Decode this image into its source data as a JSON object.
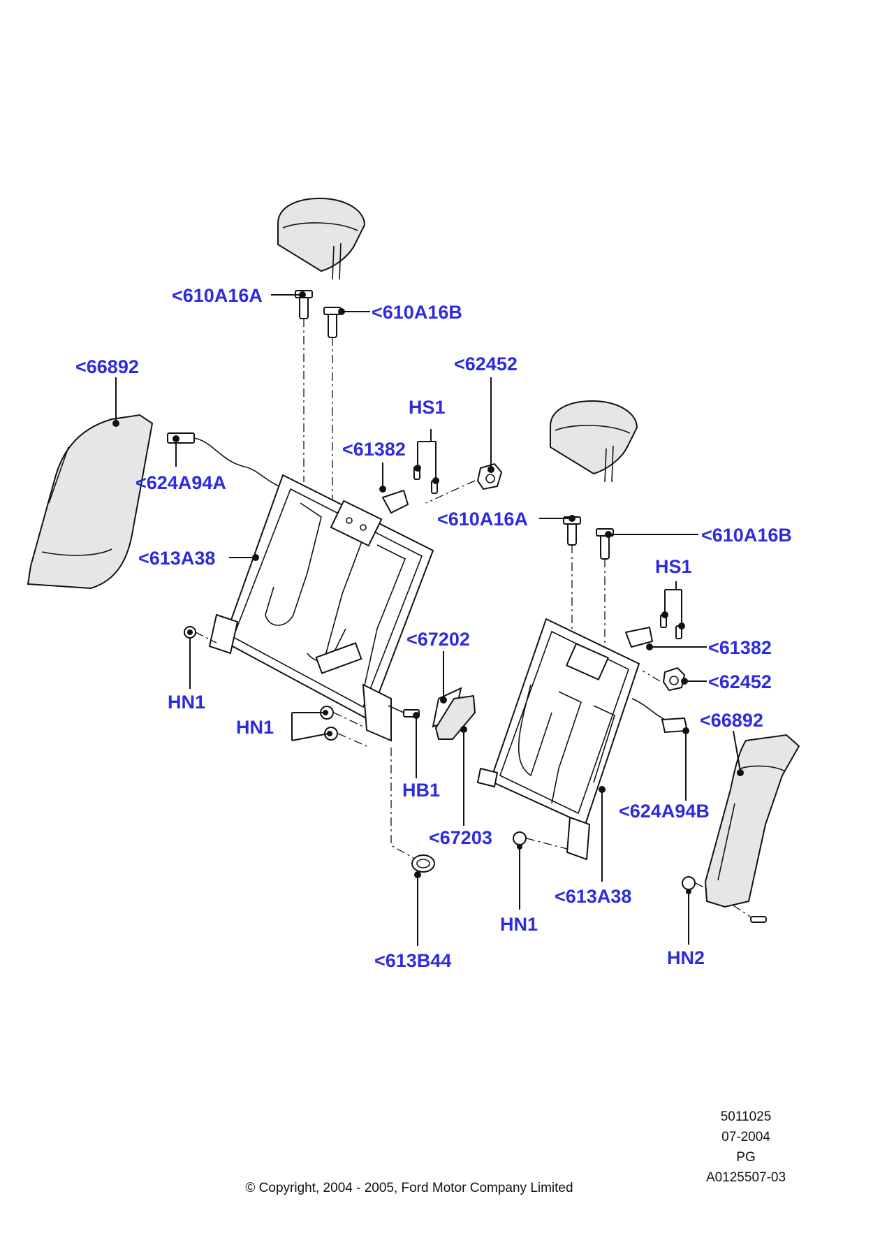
{
  "labels": {
    "l_610A16A_left": "<610A16A",
    "l_610A16B_left": "<610A16B",
    "l_66892_left": "<66892",
    "l_62452_left": "<62452",
    "l_HS1_left": "HS1",
    "l_61382_left": "<61382",
    "l_624A94A": "<624A94A",
    "l_613A38_left": "<613A38",
    "l_610A16A_right": "<610A16A",
    "l_610A16B_right": "<610A16B",
    "l_HS1_right": "HS1",
    "l_61382_right": "<61382",
    "l_62452_right": "<62452",
    "l_67202": "<67202",
    "l_HN1_a": "HN1",
    "l_HN1_b": "HN1",
    "l_66892_right": "<66892",
    "l_HB1": "HB1",
    "l_67203": "<67203",
    "l_624A94B": "<624A94B",
    "l_613A38_right": "<613A38",
    "l_HN1_c": "HN1",
    "l_HN2": "HN2",
    "l_613B44": "<613B44"
  },
  "footer": {
    "code": "5011025",
    "date": "07-2004",
    "pg": "PG",
    "ref": "A0125507-03",
    "copyright": "© Copyright, 2004 - 2005, Ford Motor Company Limited"
  },
  "colors": {
    "label": "#2b2be0",
    "line": "#111111"
  }
}
